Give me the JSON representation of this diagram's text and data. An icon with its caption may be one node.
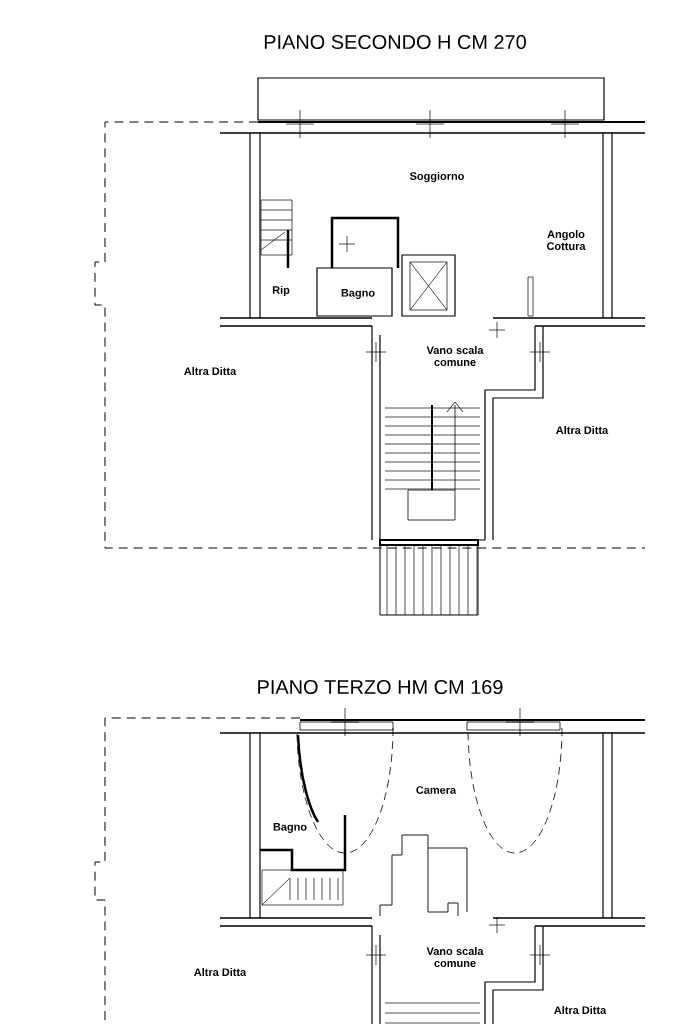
{
  "diagram": {
    "labels": [
      "PIANO SECONDO H CM 270",
      "Soggiorno",
      "Angolo Cottura",
      "Rip",
      "Bagno",
      "Vano scala comune",
      "Altra Ditta",
      "Altra Ditta",
      "PIANO TERZO HM CM 169",
      "Camera",
      "Bagno",
      "Vano scala comune",
      "Altra Ditta",
      "Altra Ditta"
    ]
  }
}
